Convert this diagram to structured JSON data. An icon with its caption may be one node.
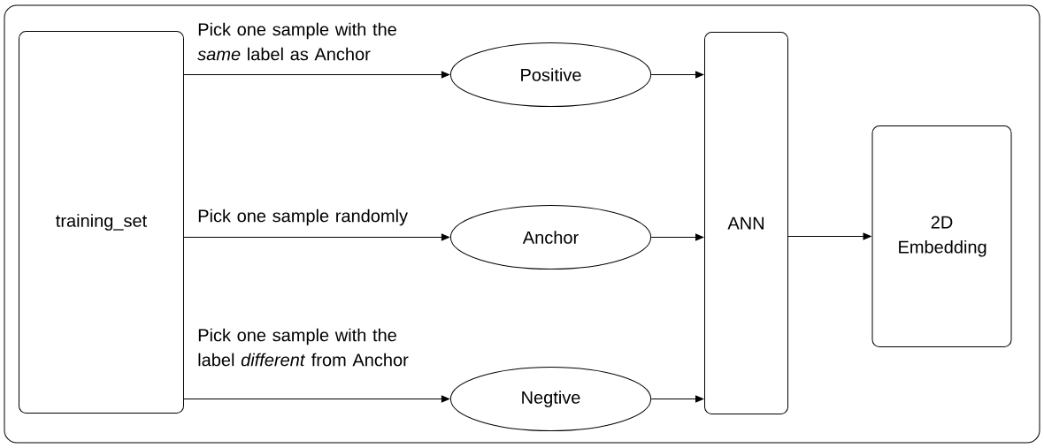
{
  "diagram": {
    "nodes": [
      {
        "text": [],
        "shape": "box"
      },
      {
        "text": [
          "training_set"
        ],
        "in": 0
      },
      {
        "text": [
          "Positive"
        ],
        "in": 0
      },
      {
        "text": [
          "Anchor"
        ],
        "in": 0
      },
      {
        "text": [
          "Negtive"
        ],
        "in": 0
      },
      {
        "text": [
          "ANN"
        ],
        "in": 0
      },
      {
        "text": [
          "2D Embedding"
        ],
        "in": 0
      }
    ],
    "edges": [
      {
        "from": 1,
        "to": 2,
        "arrow": "to",
        "label": "Pick one sample with the *same* label as Anchor"
      },
      {
        "from": 1,
        "to": 3,
        "arrow": "to",
        "label": "Pick one sample randomly"
      },
      {
        "from": 1,
        "to": 4,
        "arrow": "to",
        "label": "Pick one sample with the label *different* from Anchor"
      },
      {
        "from": 2,
        "to": 5,
        "arrow": "to"
      },
      {
        "from": 3,
        "to": 5,
        "arrow": "to"
      },
      {
        "from": 4,
        "to": 5,
        "arrow": "to"
      },
      {
        "from": 5,
        "to": 6,
        "arrow": "to"
      }
    ]
  }
}
